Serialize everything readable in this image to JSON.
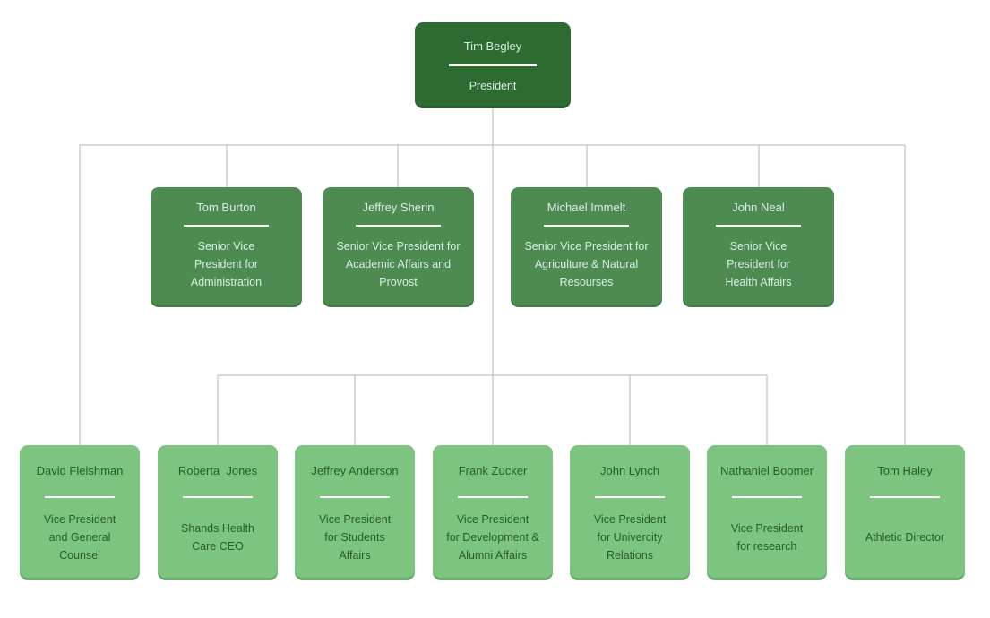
{
  "colors": {
    "node_l1_fill": "#2e6b31",
    "node_l2_fill": "#4e8b50",
    "node_l3_fill": "#7cc47f",
    "node_light_text": "#d5eee5",
    "node_dark_text": "#265d2a",
    "divider": "#ffffff",
    "connector": "#b5b5b5",
    "background": "#ffffff"
  },
  "nodes": {
    "president": {
      "name": "Tim Begley",
      "title": "President"
    },
    "senior_vps": [
      {
        "name": "Tom Burton",
        "title": "Senior Vice\nPresident for\nAdministration"
      },
      {
        "name": "Jeffrey Sherin",
        "title": "Senior Vice President for\nAcademic Affairs and\nProvost"
      },
      {
        "name": "Michael Immelt",
        "title": "Senior Vice President for\nAgriculture & Natural\nResourses"
      },
      {
        "name": "John Neal",
        "title": "Senior Vice\nPresident for\nHealth Affairs"
      }
    ],
    "vps": [
      {
        "name": "David Fleishman",
        "title": "Vice President\nand General\nCounsel"
      },
      {
        "name": "Roberta  Jones",
        "title": "Shands Health\nCare CEO"
      },
      {
        "name": "Jeffrey Anderson",
        "title": "Vice President\nfor Students\nAffairs"
      },
      {
        "name": "Frank Zucker",
        "title": "Vice President\nfor Development &\nAlumni Affairs"
      },
      {
        "name": "John Lynch",
        "title": "Vice President\nfor Univercity\nRelations"
      },
      {
        "name": "Nathaniel Boomer",
        "title": "Vice President\nfor research"
      },
      {
        "name": "Tom Haley",
        "title": "Athletic Director"
      }
    ]
  }
}
